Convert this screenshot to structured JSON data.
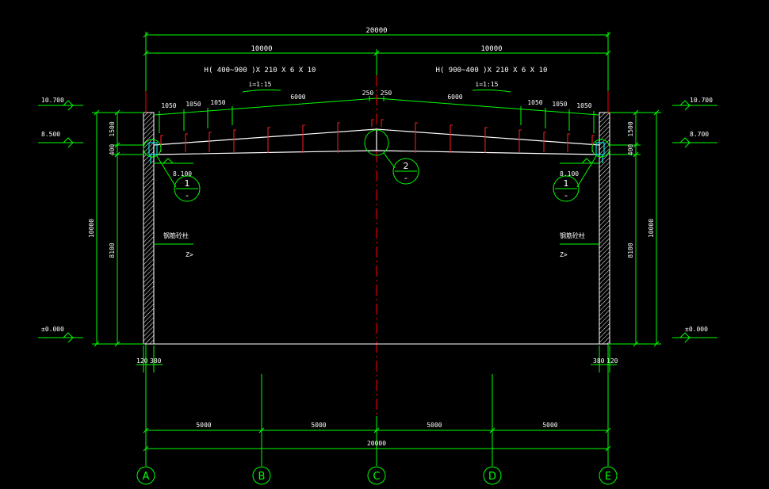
{
  "dims": {
    "overall_top": "20000",
    "half_left": "10000",
    "half_right": "10000",
    "overall_bottom": "20000",
    "bays": [
      "5000",
      "5000",
      "5000",
      "5000"
    ],
    "purlin_left": [
      "1050",
      "1050",
      "1050",
      "6000"
    ],
    "purlin_right": [
      "6000",
      "1050",
      "1050",
      "1050"
    ],
    "ridge_left": "250",
    "ridge_right": "250",
    "left_col_vertical": [
      "1500",
      "400",
      "8100"
    ],
    "left_total": "10000",
    "right_col_vertical": [
      "1500",
      "400",
      "8100"
    ],
    "right_total": "10000",
    "wall_left": [
      "120",
      "380"
    ],
    "wall_right": [
      "380",
      "120"
    ]
  },
  "beam_labels": {
    "left": "H( 400~900  )X  210  X 6 X 10",
    "right": "H( 900~400  )X  210  X 6 X 10"
  },
  "slopes": {
    "left": "i=1:15",
    "right": "i=1:15"
  },
  "elevations": {
    "left": [
      "10.700",
      "8.500",
      "±0.000"
    ],
    "right": [
      "10.700",
      "8.700",
      "±0.000"
    ],
    "left_inner": "8.100",
    "right_inner": "8.100"
  },
  "column_notes": {
    "left": "钢筋砼柱",
    "left_sub": "Z>",
    "right": "钢筋砼柱",
    "right_sub": "Z>"
  },
  "details": [
    {
      "num": "1",
      "sub": "-"
    },
    {
      "num": "2",
      "sub": "-"
    },
    {
      "num": "1",
      "sub": "-"
    }
  ],
  "axes": [
    "A",
    "B",
    "C",
    "D",
    "E"
  ],
  "colors": {
    "dim_line": "#00ff00",
    "text": "#ffffff",
    "center_line": "#ff0000",
    "purlin": "#ff2020",
    "beam": "#ffffff",
    "background": "#000000"
  }
}
